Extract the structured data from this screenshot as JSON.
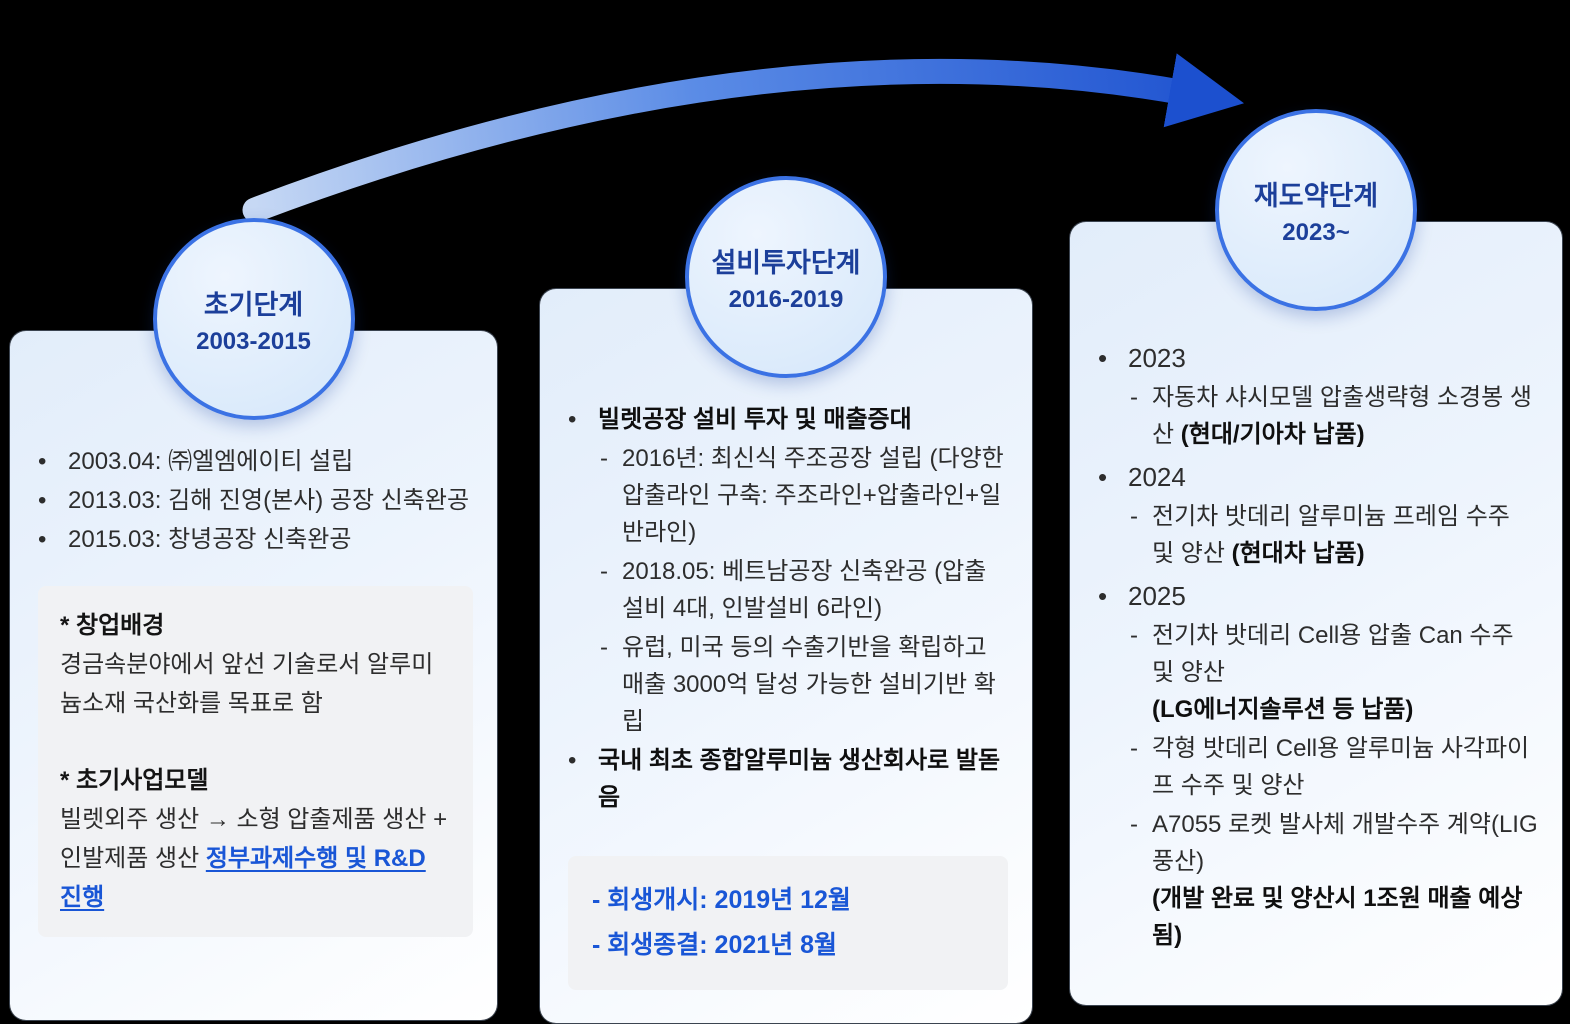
{
  "markers": {
    "dot": "•",
    "dash": "-"
  },
  "accent_colors": {
    "badge_blue": "#1c3f9a",
    "link_blue": "#1956d6",
    "arrow_dark": "#1c50cf",
    "arrow_light": "#c6d8f4"
  },
  "phases": [
    {
      "badge": {
        "title": "초기단계",
        "years": "2003-2015"
      },
      "items": [
        "2003.04: ㈜엘엠에이티 설립",
        "2013.03: 김해 진영(본사) 공장 신축완공",
        "2015.03: 창녕공장 신축완공"
      ],
      "note": {
        "title1": "* 창업배경",
        "body1": "경금속분야에서 앞선 기술로서 알루미늄소재 국산화를 목표로 함",
        "title2": "* 초기사업모델",
        "body2": "빌렛외주 생산 → 소형 압출제품 생산 + 인발제품 생산 ",
        "link": "정부과제수행 및 R&D 진행"
      }
    },
    {
      "badge": {
        "title": "설비투자단계",
        "years": "2016-2019"
      },
      "head1": "빌렛공장 설비 투자 및 매출증대",
      "subs": [
        "2016년: 최신식 주조공장 설립 (다양한 압출라인 구축: 주조라인+압출라인+일반라인)",
        "2018.05: 베트남공장 신축완공 (압출설비 4대, 인발설비 6라인)",
        "유럽, 미국 등의 수출기반을 확립하고 매출 3000억 달성 가능한 설비기반 확립"
      ],
      "head2": "국내 최초 종합알루미늄 생산회사로 발돋음",
      "note_lines": [
        "- 회생개시: 2019년 12월",
        "- 회생종결: 2021년 8월"
      ]
    },
    {
      "badge": {
        "title": "재도약단계",
        "years": "2023~"
      },
      "groups": [
        {
          "year": "2023",
          "subs": [
            {
              "text": "자동차 샤시모델 압출생략형 소경봉 생산 ",
              "bold": "(현대/기아차 납품)"
            }
          ]
        },
        {
          "year": "2024",
          "subs": [
            {
              "text": "전기차 밧데리 알루미늄 프레임 수주 및 양산 ",
              "bold": "(현대차 납품)"
            }
          ]
        },
        {
          "year": "2025",
          "subs": [
            {
              "text": "전기차 밧데리 Cell용 압출 Can 수주 및 양산",
              "bold_block": "(LG에너지솔루션  등 납품)"
            },
            {
              "text": "각형 밧데리 Cell용 알루미늄 사각파이프 수주 및 양산"
            },
            {
              "text": "A7055 로켓 발사체 개발수주 계약(LIG풍산)",
              "bold_block": "(개발 완료 및 양산시 1조원 매출 예상됨)"
            }
          ]
        }
      ]
    }
  ]
}
